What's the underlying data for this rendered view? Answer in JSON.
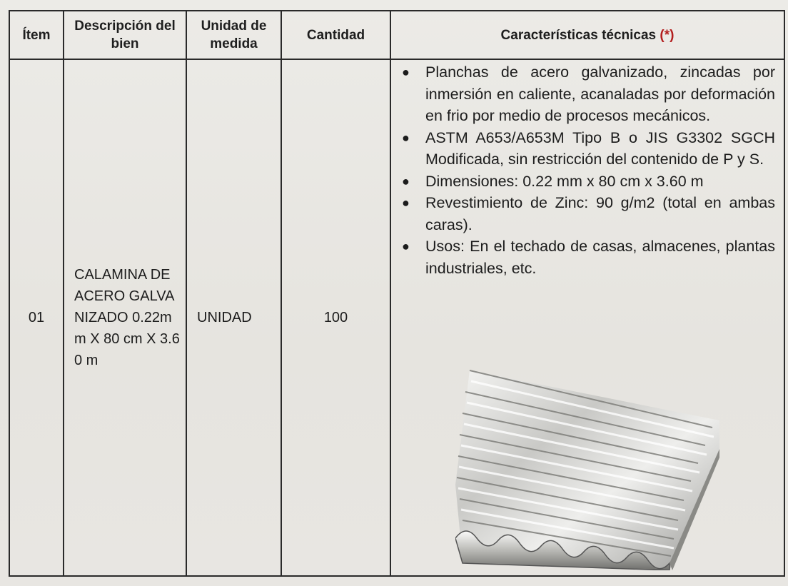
{
  "headers": {
    "item": "Ítem",
    "description": "Descripción del bien",
    "unit": "Unidad de medida",
    "quantity": "Cantidad",
    "tech": "Características técnicas",
    "tech_mark": "(*)"
  },
  "row": {
    "item": "01",
    "description": "CALAMINA DE ACERO GALVANIZADO 0.22mm X 80 cm X 3.60 m",
    "unit": "UNIDAD",
    "quantity": "100",
    "features": [
      "Planchas de acero galvanizado, zincadas por inmersión en caliente, acanaladas por deformación en frio por medio de procesos mecánicos.",
      "ASTM A653/A653M Tipo B o JIS G3302 SGCH Modificada, sin restricción del contenido de P y S.",
      "Dimensiones: 0.22 mm x 80 cm x 3.60 m",
      "Revestimiento de Zinc: 90 g/m2 (total en ambas caras).",
      "Usos: En el techado de casas, almacenes, plantas industriales, etc."
    ]
  },
  "icons": {
    "bullet": "bullet-dot",
    "product_image": "corrugated-sheet-image"
  },
  "colors": {
    "border": "#2a2a2a",
    "required_mark": "#b31f1f"
  }
}
